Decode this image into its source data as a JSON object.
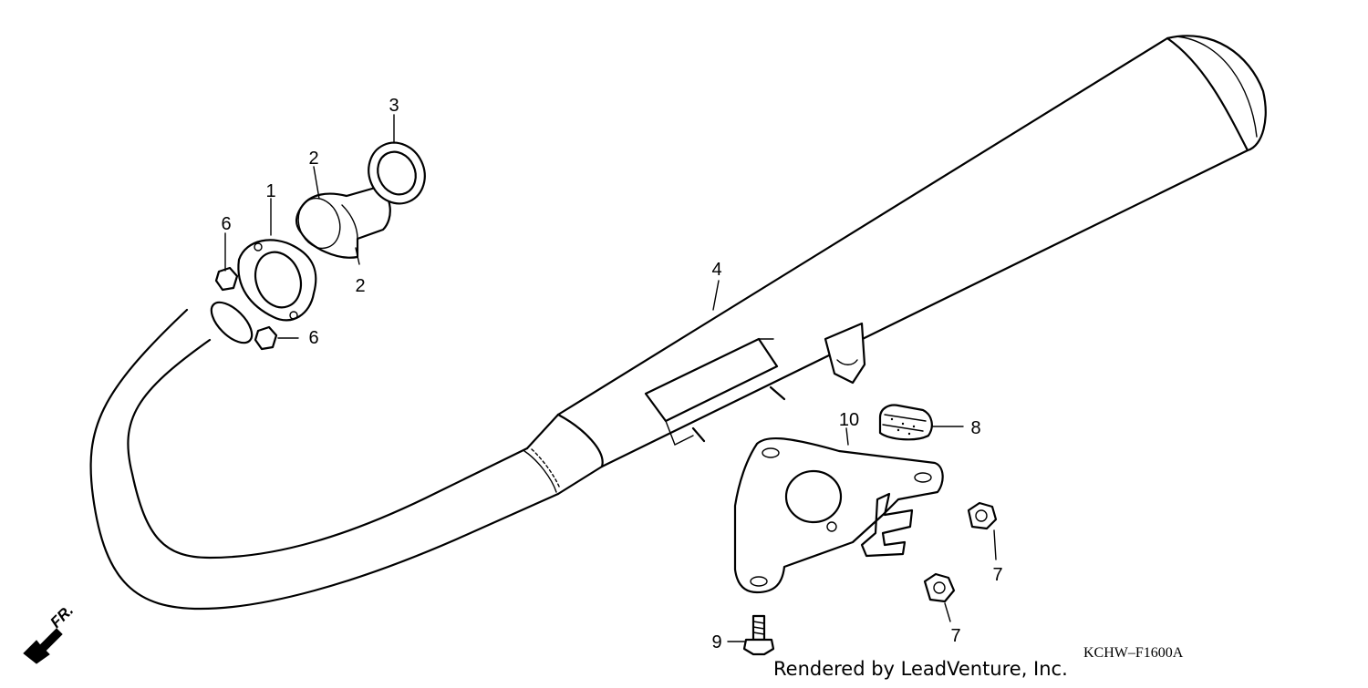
{
  "diagram": {
    "part_labels": {
      "p1": "1",
      "p2a": "2",
      "p2b": "2",
      "p3": "3",
      "p4": "4",
      "p6a": "6",
      "p6b": "6",
      "p7a": "7",
      "p7b": "7",
      "p8": "8",
      "p9": "9",
      "p10": "10"
    },
    "diagram_code": "KCHW–F1600A",
    "credit": "Rendered by LeadVenture, Inc.",
    "front_indicator": "FR."
  }
}
